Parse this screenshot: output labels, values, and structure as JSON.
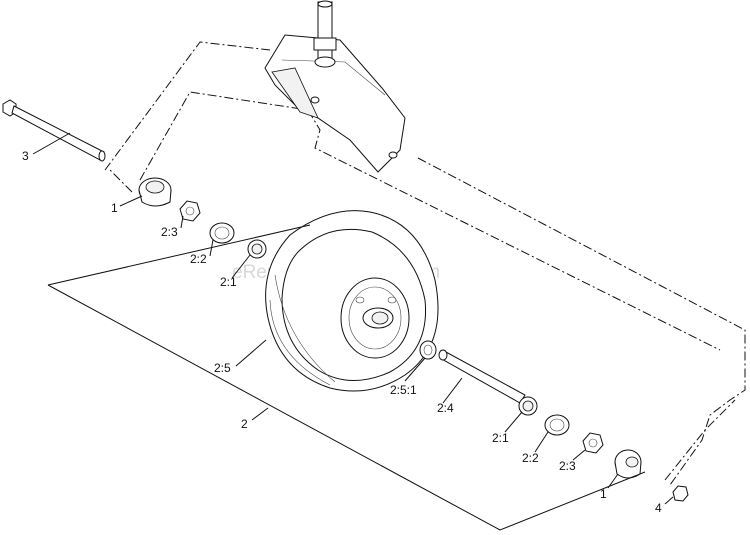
{
  "watermark": "eReplacementParts.com",
  "callouts": [
    {
      "id": "3",
      "text": "3"
    },
    {
      "id": "1a",
      "text": "1"
    },
    {
      "id": "23a",
      "text": "2:3"
    },
    {
      "id": "22a",
      "text": "2:2"
    },
    {
      "id": "21a",
      "text": "2:1"
    },
    {
      "id": "25",
      "text": "2:5"
    },
    {
      "id": "2",
      "text": "2"
    },
    {
      "id": "251",
      "text": "2:5:1"
    },
    {
      "id": "24",
      "text": "2:4"
    },
    {
      "id": "21b",
      "text": "2:1"
    },
    {
      "id": "22b",
      "text": "2:2"
    },
    {
      "id": "23b",
      "text": "2:3"
    },
    {
      "id": "1b",
      "text": "1"
    },
    {
      "id": "4",
      "text": "4"
    }
  ]
}
